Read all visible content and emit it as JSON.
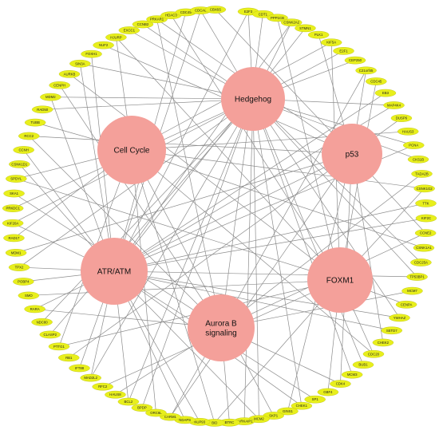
{
  "colors": {
    "pathway": "#f4a09a",
    "gene": "#e8ef1c",
    "edge": "#8c8c8c"
  },
  "pathways": [
    {
      "id": "hedgehog",
      "lines": [
        "Hedgehog"
      ]
    },
    {
      "id": "cellcycle",
      "lines": [
        "Cell Cycle"
      ]
    },
    {
      "id": "p53",
      "lines": [
        "p53"
      ]
    },
    {
      "id": "atr",
      "lines": [
        "ATR/ATM"
      ]
    },
    {
      "id": "foxm1",
      "lines": [
        "FOXM1"
      ]
    },
    {
      "id": "aurora",
      "lines": [
        "Aurora B",
        "signaling"
      ]
    }
  ],
  "genes": [
    "E2F3",
    "CDT1",
    "PPP1CB",
    "CSNK2A2",
    "STMN1",
    "PLK1",
    "KIF5A",
    "E2F1",
    "CEP250",
    "C21orf45",
    "CDC45",
    "EB3",
    "MAP4K4",
    "DUSP6",
    "HAUS3",
    "PCNA",
    "CKS1B",
    "TADA2B",
    "CSNK1G2",
    "TTK",
    "KIF2C",
    "CCNE2",
    "CSNK1A1",
    "CDC25A",
    "TP53BP1",
    "MCM7",
    "CENPA",
    "YWHAZ",
    "SETD7",
    "CHEK2",
    "CDC20",
    "BUB1",
    "MCM3",
    "CDK4",
    "GBF4",
    "SP1",
    "CHEK1",
    "GINS1",
    "SKP1",
    "MCM2",
    "AURKAIP1",
    "BTRC",
    "BID",
    "NUP93",
    "NDAPS",
    "CARM1",
    "ORC6L",
    "BPDP",
    "BCL2",
    "HAUS8",
    "RFC2",
    "MAD2L2",
    "IFT88",
    "RB1",
    "PTTG1",
    "CLASP2",
    "NDC80",
    "RARA",
    "SMO",
    "POBP4",
    "TPX2",
    "MDM1",
    "RAD17",
    "KIF20A",
    "PRKDC1",
    "SKA1",
    "SPDYL",
    "CSNK1D1",
    "CCNH",
    "RCC2",
    "TUBB",
    "RAD50",
    "MDM2",
    "CENPH",
    "AURKB",
    "SIN3A",
    "FOXH1",
    "NUF2",
    "HJURP",
    "EXCC1",
    "CCNB2",
    "PRKAR1",
    "HDAC3",
    "CDC45",
    "CDCA8",
    "CBX6S"
  ],
  "edges": []
}
